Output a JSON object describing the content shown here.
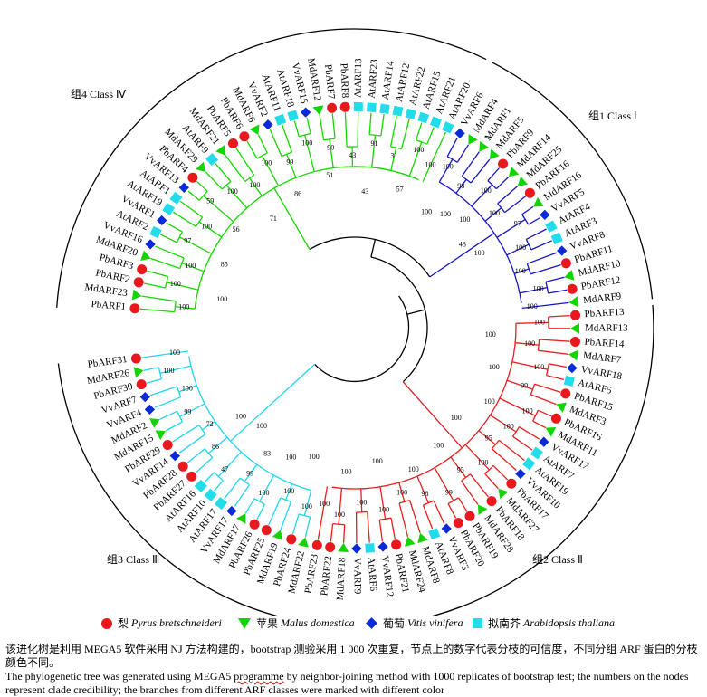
{
  "figure": {
    "groups": [
      {
        "id": "g1",
        "label": "组1 Class Ⅰ",
        "color": "#16d600"
      },
      {
        "id": "g2",
        "label": "组2 Class Ⅱ",
        "color": "#1515c8"
      },
      {
        "id": "g3",
        "label": "组3  Class Ⅲ",
        "color": "#e61e1e"
      },
      {
        "id": "g4",
        "label": "组4 Class Ⅳ",
        "color": "#22d6e8"
      }
    ],
    "leaves": [
      {
        "name": "PbARF1",
        "sp": "pb",
        "g": "g1"
      },
      {
        "name": "MdARF23",
        "sp": "md",
        "g": "g1"
      },
      {
        "name": "PbARF2",
        "sp": "pb",
        "g": "g1"
      },
      {
        "name": "PbARF3",
        "sp": "pb",
        "g": "g1"
      },
      {
        "name": "MdARF20",
        "sp": "md",
        "g": "g1"
      },
      {
        "name": "VvARF16",
        "sp": "vv",
        "g": "g1"
      },
      {
        "name": "AtARF2",
        "sp": "at",
        "g": "g1"
      },
      {
        "name": "VvARF1",
        "sp": "vv",
        "g": "g1"
      },
      {
        "name": "AtARF19",
        "sp": "at",
        "g": "g1"
      },
      {
        "name": "AtARF1",
        "sp": "at",
        "g": "g1"
      },
      {
        "name": "VvARF13",
        "sp": "vv",
        "g": "g1"
      },
      {
        "name": "PbARF4",
        "sp": "pb",
        "g": "g1"
      },
      {
        "name": "MdARF29",
        "sp": "md",
        "g": "g1"
      },
      {
        "name": "AtARF9",
        "sp": "at",
        "g": "g1"
      },
      {
        "name": "MdARF21",
        "sp": "md",
        "g": "g1"
      },
      {
        "name": "PbARF5",
        "sp": "pb",
        "g": "g1"
      },
      {
        "name": "PbARF6",
        "sp": "pb",
        "g": "g1"
      },
      {
        "name": "MdARF6",
        "sp": "md",
        "g": "g1"
      },
      {
        "name": "VvARF2",
        "sp": "vv",
        "g": "g1"
      },
      {
        "name": "AtARF11",
        "sp": "at",
        "g": "g1"
      },
      {
        "name": "AtARF18",
        "sp": "at",
        "g": "g1"
      },
      {
        "name": "VvARF15",
        "sp": "vv",
        "g": "g1"
      },
      {
        "name": "MdARF12",
        "sp": "md",
        "g": "g1"
      },
      {
        "name": "PbARF7",
        "sp": "pb",
        "g": "g1"
      },
      {
        "name": "PbARF8",
        "sp": "pb",
        "g": "g1"
      },
      {
        "name": "AtARF13",
        "sp": "at",
        "g": "g1"
      },
      {
        "name": "AtARF23",
        "sp": "at",
        "g": "g1"
      },
      {
        "name": "AtARF14",
        "sp": "at",
        "g": "g1"
      },
      {
        "name": "AtARF12",
        "sp": "at",
        "g": "g1"
      },
      {
        "name": "AtARF22",
        "sp": "at",
        "g": "g1"
      },
      {
        "name": "AtARF15",
        "sp": "at",
        "g": "g1"
      },
      {
        "name": "AtARF21",
        "sp": "at",
        "g": "g1"
      },
      {
        "name": "AtARF20",
        "sp": "at",
        "g": "g1"
      },
      {
        "name": "VvARF6",
        "sp": "vv",
        "g": "g2"
      },
      {
        "name": "MdARF4",
        "sp": "md",
        "g": "g2"
      },
      {
        "name": "MdARF1",
        "sp": "md",
        "g": "g2"
      },
      {
        "name": "MdARF5",
        "sp": "md",
        "g": "g2"
      },
      {
        "name": "PbARF9",
        "sp": "pb",
        "g": "g2"
      },
      {
        "name": "MdARF14",
        "sp": "md",
        "g": "g2"
      },
      {
        "name": "MdARF25",
        "sp": "md",
        "g": "g2"
      },
      {
        "name": "PbARF16",
        "sp": "pb",
        "g": "g2"
      },
      {
        "name": "MdARF16",
        "sp": "md",
        "g": "g2"
      },
      {
        "name": "VvARF5",
        "sp": "vv",
        "g": "g2"
      },
      {
        "name": "AtARF4",
        "sp": "at",
        "g": "g2"
      },
      {
        "name": "AtARF3",
        "sp": "at",
        "g": "g2"
      },
      {
        "name": "VvARF8",
        "sp": "vv",
        "g": "g2"
      },
      {
        "name": "PbARF11",
        "sp": "pb",
        "g": "g2"
      },
      {
        "name": "MdARF10",
        "sp": "md",
        "g": "g2"
      },
      {
        "name": "PbARF12",
        "sp": "pb",
        "g": "g2"
      },
      {
        "name": "MdARF9",
        "sp": "md",
        "g": "g2"
      },
      {
        "name": "PbARF13",
        "sp": "pb",
        "g": "g3"
      },
      {
        "name": "MdARF13",
        "sp": "md",
        "g": "g3"
      },
      {
        "name": "PbARF14",
        "sp": "pb",
        "g": "g3"
      },
      {
        "name": "MdARF7",
        "sp": "md",
        "g": "g3"
      },
      {
        "name": "VvARF18",
        "sp": "vv",
        "g": "g3"
      },
      {
        "name": "AtARF5",
        "sp": "at",
        "g": "g3"
      },
      {
        "name": "PbARF15",
        "sp": "pb",
        "g": "g3"
      },
      {
        "name": "MdARF3",
        "sp": "md",
        "g": "g3"
      },
      {
        "name": "PbARF16",
        "sp": "pb",
        "g": "g3"
      },
      {
        "name": "MdARF11",
        "sp": "md",
        "g": "g3"
      },
      {
        "name": "VvARF17",
        "sp": "vv",
        "g": "g3"
      },
      {
        "name": "AtARF7",
        "sp": "at",
        "g": "g3"
      },
      {
        "name": "AtARF19",
        "sp": "at",
        "g": "g3"
      },
      {
        "name": "VvARF10",
        "sp": "vv",
        "g": "g3"
      },
      {
        "name": "PbARF17",
        "sp": "pb",
        "g": "g3"
      },
      {
        "name": "MdARF27",
        "sp": "md",
        "g": "g3"
      },
      {
        "name": "PbARF18",
        "sp": "pb",
        "g": "g3"
      },
      {
        "name": "MdARF28",
        "sp": "md",
        "g": "g3"
      },
      {
        "name": "PbARF19",
        "sp": "pb",
        "g": "g3"
      },
      {
        "name": "PbARF20",
        "sp": "pb",
        "g": "g3"
      },
      {
        "name": "VvARF3",
        "sp": "vv",
        "g": "g3"
      },
      {
        "name": "AtARF8",
        "sp": "at",
        "g": "g3"
      },
      {
        "name": "MdARF8",
        "sp": "md",
        "g": "g3"
      },
      {
        "name": "MdARF24",
        "sp": "md",
        "g": "g3"
      },
      {
        "name": "PbARF21",
        "sp": "pb",
        "g": "g3"
      },
      {
        "name": "VvARF12",
        "sp": "vv",
        "g": "g3"
      },
      {
        "name": "AtARF6",
        "sp": "at",
        "g": "g3"
      },
      {
        "name": "VvARF9",
        "sp": "vv",
        "g": "g3"
      },
      {
        "name": "MdARF18",
        "sp": "md",
        "g": "g3"
      },
      {
        "name": "PbARF22",
        "sp": "pb",
        "g": "g3"
      },
      {
        "name": "PbARF23",
        "sp": "pb",
        "g": "g3"
      },
      {
        "name": "MdARF22",
        "sp": "md",
        "g": "g4"
      },
      {
        "name": "PbARF24",
        "sp": "pb",
        "g": "g4"
      },
      {
        "name": "MdARF19",
        "sp": "md",
        "g": "g4"
      },
      {
        "name": "PbARF25",
        "sp": "pb",
        "g": "g4"
      },
      {
        "name": "PbARF26",
        "sp": "pb",
        "g": "g4"
      },
      {
        "name": "MdARF17",
        "sp": "md",
        "g": "g4"
      },
      {
        "name": "VvARF17",
        "sp": "vv",
        "g": "g4"
      },
      {
        "name": "AtARF17",
        "sp": "at",
        "g": "g4"
      },
      {
        "name": "AtARF10",
        "sp": "at",
        "g": "g4"
      },
      {
        "name": "AtARF16",
        "sp": "at",
        "g": "g4"
      },
      {
        "name": "PbARF27",
        "sp": "pb",
        "g": "g4"
      },
      {
        "name": "PbARF28",
        "sp": "pb",
        "g": "g4"
      },
      {
        "name": "VvARF14",
        "sp": "vv",
        "g": "g4"
      },
      {
        "name": "PbARF29",
        "sp": "pb",
        "g": "g4"
      },
      {
        "name": "MdARF15",
        "sp": "md",
        "g": "g4"
      },
      {
        "name": "MdARF2",
        "sp": "md",
        "g": "g4"
      },
      {
        "name": "VvARF4",
        "sp": "vv",
        "g": "g4"
      },
      {
        "name": "VvARF7",
        "sp": "vv",
        "g": "g4"
      },
      {
        "name": "PbARF30",
        "sp": "pb",
        "g": "g4"
      },
      {
        "name": "MdARF26",
        "sp": "md",
        "g": "g4"
      },
      {
        "name": "PbARF31",
        "sp": "pb",
        "g": "g4"
      }
    ],
    "bootstrap_values": {
      "g1": [
        "100",
        "100",
        "100",
        "97",
        "100",
        "59",
        "100",
        "100",
        "100",
        "99",
        "100",
        "90",
        "43",
        "91",
        "31",
        "100",
        "100",
        "100",
        "85",
        "56",
        "71",
        "86",
        "51",
        "43",
        "57",
        "99"
      ],
      "g2": [
        "100",
        "98",
        "100",
        "100",
        "97",
        "100",
        "100",
        "100",
        "100",
        "100",
        "100",
        "100",
        "48",
        "100"
      ],
      "g3": [
        "100",
        "100",
        "100",
        "99",
        "100",
        "100",
        "95",
        "100",
        "95",
        "99",
        "98",
        "100",
        "100",
        "100",
        "100",
        "100",
        "100",
        "100",
        "100",
        "100",
        "100",
        "100",
        "100",
        "100"
      ],
      "g4": [
        "100",
        "100",
        "100",
        "99",
        "47",
        "86",
        "72",
        "99",
        "100",
        "100",
        "100",
        "100",
        "100",
        "83",
        "100",
        "100"
      ]
    },
    "species_colors": {
      "pb": "#e8181c",
      "md": "#12d400",
      "vv": "#0a2ad6",
      "at": "#22dcea"
    }
  },
  "legend": [
    {
      "key": "pb",
      "cn": "梨",
      "latin": "Pyrus bretschneideri"
    },
    {
      "key": "md",
      "cn": "苹果",
      "latin": "Malus domestica"
    },
    {
      "key": "vv",
      "cn": "葡萄",
      "latin": "Vitis vinifera"
    },
    {
      "key": "at",
      "cn": "拟南芥",
      "latin": "Arabidopsis thaliana"
    }
  ],
  "caption": {
    "cn": "该进化树是利用 MEGA5 软件采用 NJ 方法构建的，bootstrap 测验采用 1 000 次重复，节点上的数字代表分枝的可信度，不同分组 ARF 蛋白的分枝颜色不同。",
    "en_before": "The phylogenetic tree was generated using MEGA5 ",
    "en_wavy": "programme",
    "en_after": " by neighbor-joining method with 1000 replicates of bootstrap test; the numbers on the nodes represent clade credibility; the branches from different ARF classes were marked with different color"
  }
}
